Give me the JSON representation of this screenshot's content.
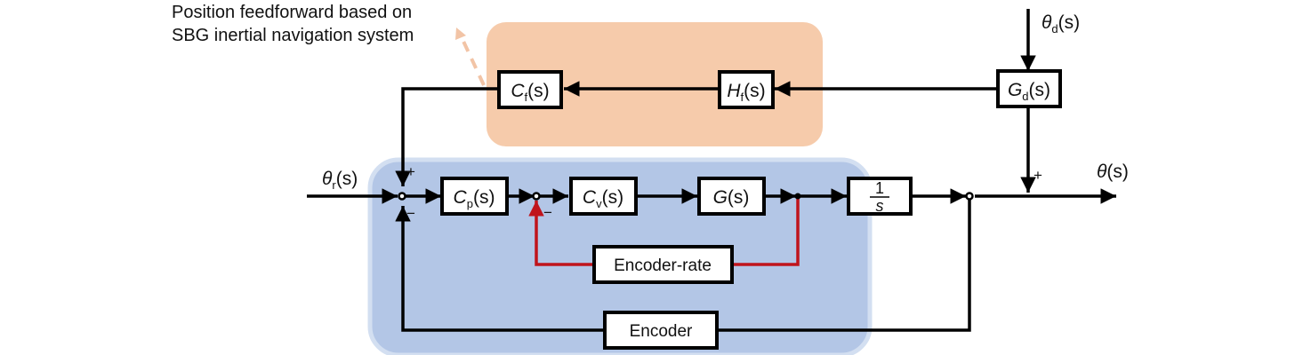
{
  "annotation": {
    "line1": "Position feedforward based on",
    "line2": "SBG inertial navigation system"
  },
  "colors": {
    "feedforward_region": "#f6cbab",
    "feedback_region": "#b3c6e6",
    "feedback_region_border": "#d3dff1",
    "rate_loop": "#c0141c",
    "line": "#000000",
    "dashed_pointer": "#f2c4a6"
  },
  "blocks": {
    "cf": {
      "main": "C",
      "sub": "f",
      "arg": "(s)"
    },
    "hf": {
      "main": "H",
      "sub": "f",
      "arg": "(s)"
    },
    "gd": {
      "main": "G",
      "sub": "d",
      "arg": "(s)"
    },
    "cp": {
      "main": "C",
      "sub": "p",
      "arg": "(s)"
    },
    "cv": {
      "main": "C",
      "sub": "v",
      "arg": "(s)"
    },
    "g": {
      "main": "G",
      "arg": "(s)"
    },
    "integrator": {
      "num": "1",
      "den": "s"
    },
    "encoder_rate": "Encoder-rate",
    "encoder": "Encoder"
  },
  "signals": {
    "theta_d": {
      "main": "θ",
      "sub": "d",
      "arg": "(s)"
    },
    "theta_r": {
      "main": "θ",
      "sub": "r",
      "arg": "(s)"
    },
    "theta_out": {
      "main": "θ",
      "arg": "(s)"
    }
  },
  "signs": {
    "sum1_top": "+",
    "sum1_bottom": "−",
    "sum2_bottom": "−",
    "sum_out_top": "+"
  }
}
